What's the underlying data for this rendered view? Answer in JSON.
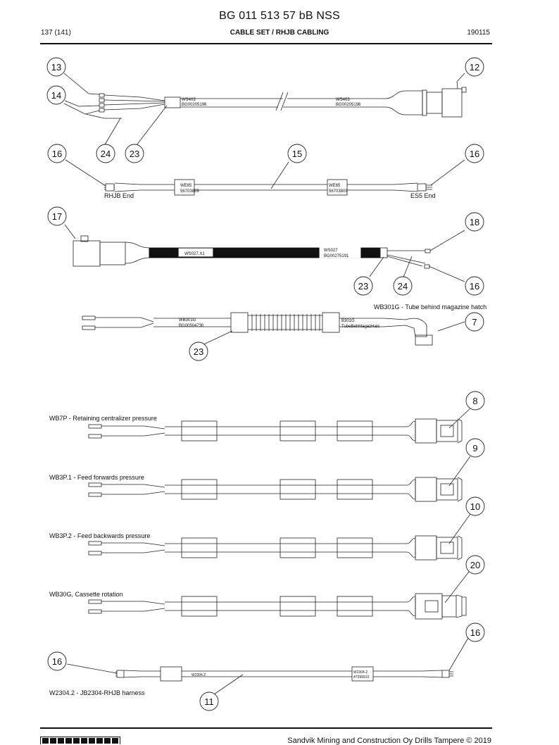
{
  "header": {
    "doc_number": "BG 011 513 57 bB NSS",
    "page": "137 (141)",
    "section": "CABLE SET / RHJB CABLING",
    "date": "190115"
  },
  "callouts": {
    "c13": "13",
    "c12": "12",
    "c14": "14",
    "c16a": "16",
    "c24a": "24",
    "c23a": "23",
    "c15": "15",
    "c16b": "16",
    "c17": "17",
    "c18": "18",
    "c23b": "23",
    "c24b": "24",
    "c16c": "16",
    "c7": "7",
    "c23c": "23",
    "c8": "8",
    "c9": "9",
    "c10": "10",
    "c20": "20",
    "c16d": "16",
    "c16e": "16",
    "c11": "11"
  },
  "labels": {
    "ws403_a1": "WS403",
    "ws403_a2": "BG00205196",
    "ws403_b1": "WS403",
    "ws403_b2": "BG00205196",
    "we85_a1": "WE85",
    "we85_a2": "56703809",
    "we85_b1": "WE85",
    "we85_b2": "56703809",
    "rhjb_end": "RHJB End",
    "es5_end": "ES5 End",
    "ws027_x1": "WS027.X1",
    "ws027_1": "WS027",
    "ws027_2": "BG00275191",
    "wb301g_caption": "WB301G - Tube behind magazine hatch",
    "wb301g_1": "WB301G",
    "wb301g_2": "BG00504730",
    "b301g_1": "B301G",
    "b301g_2": "TubeBehMagazHatc",
    "wb7p": "WB7P - Retaining centralizer pressure",
    "wb3p1": "WB3P.1 - Feed forwards pressure",
    "wb3p2": "WB3P.2 - Feed backwards pressure",
    "wb30g": "WB30G, Cassette rotation",
    "w2304_a": "W2304.2",
    "w2304_b1": "W2304.2",
    "w2304_b2": "47399910",
    "w2304_caption": "W2304.2 - JB2304-RHJB harness"
  },
  "footer": {
    "copyright": "Sandvik Mining and Construction Oy Drills Tampere © 2019"
  }
}
